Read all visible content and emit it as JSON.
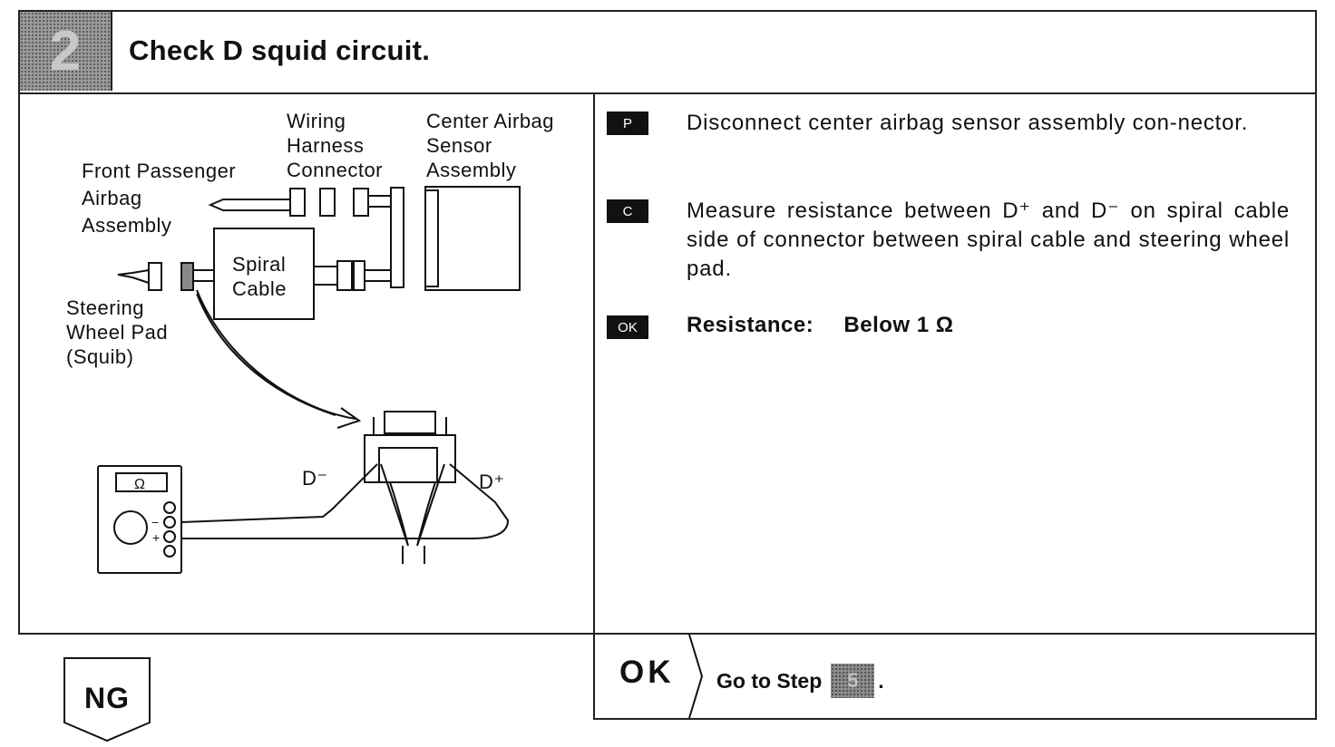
{
  "step": {
    "number": "2",
    "title": "Check D squid circuit."
  },
  "diagram": {
    "labels": {
      "wiring_harness_connector": [
        "Wiring",
        "Harness",
        "Connector"
      ],
      "center_airbag_sensor_assembly": [
        "Center Airbag",
        "Sensor",
        "Assembly"
      ],
      "front_passenger_airbag_assembly": [
        "Front Passenger",
        "Airbag",
        "Assembly"
      ],
      "spiral_cable": [
        "Spiral",
        "Cable"
      ],
      "steering_wheel_pad": [
        "Steering",
        "Wheel Pad",
        "(Squib)"
      ],
      "d_minus": "D⁻",
      "d_plus": "D⁺",
      "ohm_symbol": "Ω",
      "meter_minus": "−",
      "meter_plus": "+"
    }
  },
  "instructions": [
    {
      "badge": "P",
      "text": "Disconnect center airbag sensor assembly con-nector."
    },
    {
      "badge": "C",
      "text": "Measure resistance between D⁺ and D⁻ on spiral cable side of connector between spiral cable and steering wheel pad."
    },
    {
      "badge": "OK",
      "label": "Resistance:",
      "value": "Below 1 Ω"
    }
  ],
  "result_ok": {
    "label": "OK",
    "text": "Go to Step",
    "step_ref": "5",
    "period": "."
  },
  "result_ng": {
    "label": "NG"
  }
}
